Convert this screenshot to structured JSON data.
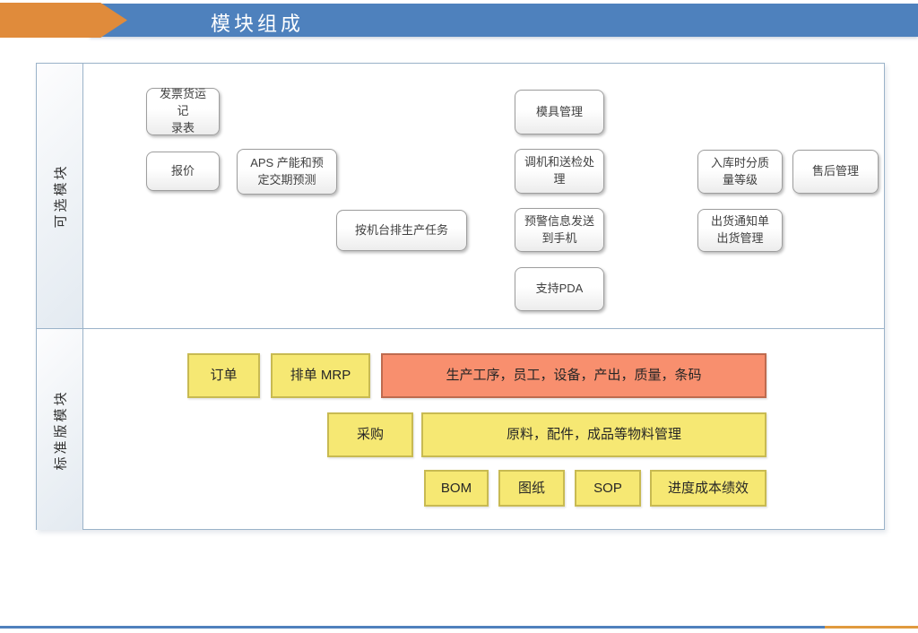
{
  "slide": {
    "title": "模块组成"
  },
  "colors": {
    "header_blue": "#4E81BD",
    "accent_orange": "#E08B3B",
    "panel_border": "#9BB3C9",
    "gray_box_border": "#9E9E9E",
    "yellow_fill": "#F6E873",
    "yellow_border": "#C8BA52",
    "salmon_fill": "#F88F6E",
    "salmon_border": "#BE6B4F"
  },
  "sections": {
    "optional": {
      "label": "可选模块",
      "boxes": [
        {
          "label": "发票货运记\n录表"
        },
        {
          "label": "报价"
        },
        {
          "label": "APS 产能和预\n定交期预测"
        },
        {
          "label": "按机台排生产任务"
        },
        {
          "label": "模具管理"
        },
        {
          "label": "调机和送检处\n理"
        },
        {
          "label": "预警信息发送\n到手机"
        },
        {
          "label": "支持PDA"
        },
        {
          "label": "入库时分质\n量等级"
        },
        {
          "label": "售后管理"
        },
        {
          "label": "出货通知单\n出货管理"
        }
      ]
    },
    "standard": {
      "label": "标准版模块",
      "boxes": [
        {
          "label": "订单"
        },
        {
          "label": "排单 MRP"
        },
        {
          "label": "生产工序，员工，设备，产出，质量，条码"
        },
        {
          "label": "采购"
        },
        {
          "label": "原料，配件，成品等物料管理"
        },
        {
          "label": "BOM"
        },
        {
          "label": "图纸"
        },
        {
          "label": "SOP"
        },
        {
          "label": "进度成本绩效"
        }
      ]
    }
  }
}
